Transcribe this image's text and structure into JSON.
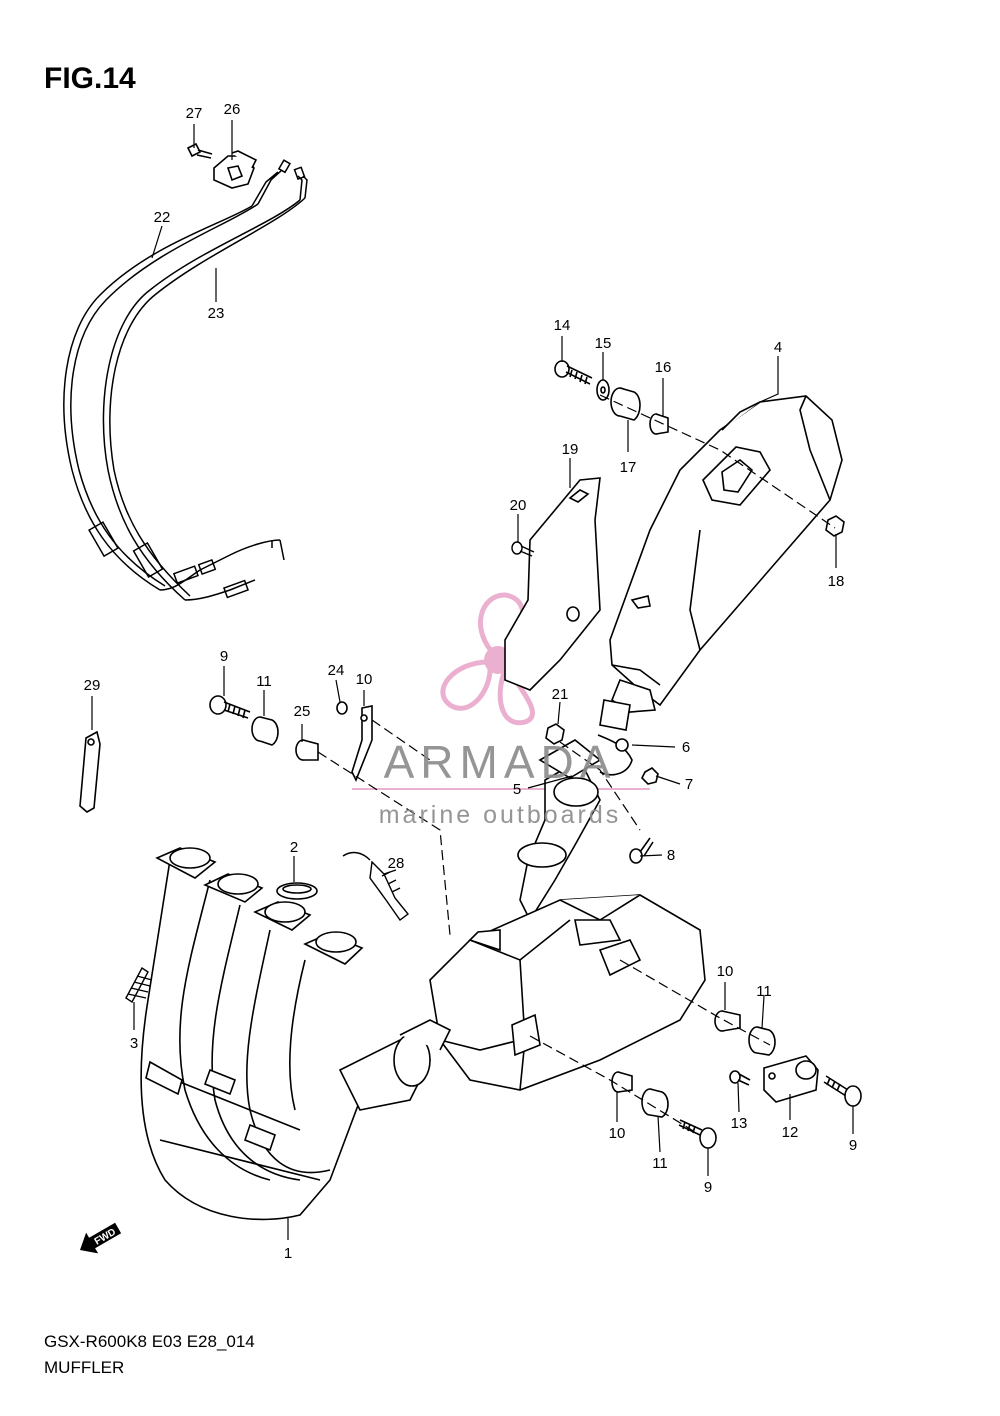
{
  "figure": {
    "title": "FIG.14"
  },
  "footer": {
    "model_code": "GSX-R600K8 E03 E28_014",
    "section_name": "MUFFLER"
  },
  "watermark": {
    "brand": "ARMADA",
    "tagline": "marine outboards",
    "text_color": "#8a8a8a",
    "logo_color": "#e8a3c8"
  },
  "direction_marker": {
    "label": "FWD",
    "icon": "forward-arrow-icon"
  },
  "callouts": [
    {
      "number": "27",
      "part": "bolt"
    },
    {
      "number": "26",
      "part": "cable-bracket"
    },
    {
      "number": "22",
      "part": "valve-cable-1"
    },
    {
      "number": "23",
      "part": "valve-cable-2"
    },
    {
      "number": "14",
      "part": "bolt"
    },
    {
      "number": "15",
      "part": "washer"
    },
    {
      "number": "16",
      "part": "collar"
    },
    {
      "number": "4",
      "part": "muffler"
    },
    {
      "number": "17",
      "part": "cushion"
    },
    {
      "number": "19",
      "part": "muffler-cover"
    },
    {
      "number": "20",
      "part": "screw"
    },
    {
      "number": "18",
      "part": "nut"
    },
    {
      "number": "29",
      "part": "strap"
    },
    {
      "number": "9",
      "part": "bolt"
    },
    {
      "number": "11",
      "part": "cushion"
    },
    {
      "number": "25",
      "part": "nut"
    },
    {
      "number": "24",
      "part": "bracket"
    },
    {
      "number": "10",
      "part": "collar"
    },
    {
      "number": "21",
      "part": "nut"
    },
    {
      "number": "6",
      "part": "clamp"
    },
    {
      "number": "5",
      "part": "gasket"
    },
    {
      "number": "7",
      "part": "nut"
    },
    {
      "number": "8",
      "part": "bolt"
    },
    {
      "number": "2",
      "part": "gasket"
    },
    {
      "number": "28",
      "part": "oxygen-sensor"
    },
    {
      "number": "10",
      "part": "collar"
    },
    {
      "number": "11",
      "part": "cushion"
    },
    {
      "number": "3",
      "part": "stud"
    },
    {
      "number": "13",
      "part": "bolt"
    },
    {
      "number": "12",
      "part": "bracket"
    },
    {
      "number": "9",
      "part": "bolt"
    },
    {
      "number": "10",
      "part": "collar"
    },
    {
      "number": "11",
      "part": "cushion"
    },
    {
      "number": "9",
      "part": "bolt"
    },
    {
      "number": "1",
      "part": "exhaust-pipe"
    }
  ]
}
